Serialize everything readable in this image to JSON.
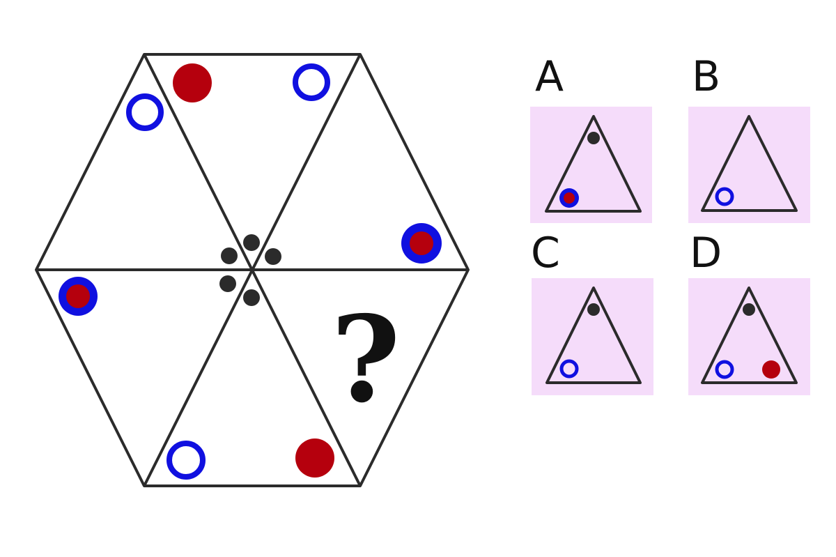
{
  "colors": {
    "line": "#2b2b2b",
    "dot_black": "#2b2b2b",
    "dot_red": "#b5000d",
    "ring_blue": "#1010e0",
    "option_bg": "#f5dcfa",
    "background": "#ffffff"
  },
  "puzzle": {
    "missing_symbol": "?"
  },
  "options": [
    {
      "label": "A",
      "content": [
        "black-dot",
        "red-dot-in-blue-ring"
      ]
    },
    {
      "label": "B",
      "content": [
        "blue-ring"
      ]
    },
    {
      "label": "C",
      "content": [
        "black-dot",
        "blue-ring"
      ]
    },
    {
      "label": "D",
      "content": [
        "black-dot",
        "blue-ring",
        "red-dot"
      ]
    }
  ]
}
